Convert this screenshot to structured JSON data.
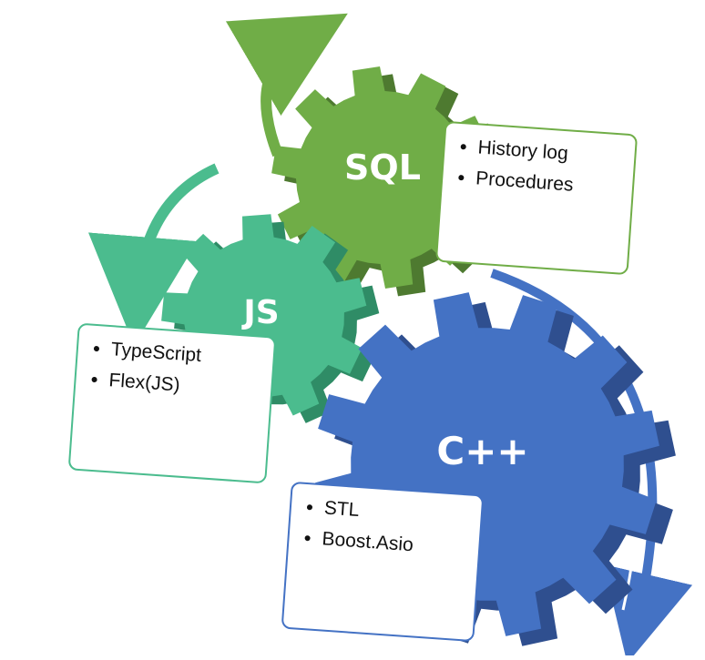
{
  "colors": {
    "sql": "#70AD47",
    "sql_side": "#4E7A30",
    "js": "#4BBC8E",
    "js_side": "#2F8C66",
    "cpp": "#4472C4",
    "cpp_side": "#2F4F8F"
  },
  "gears": [
    {
      "id": "sql",
      "label": "SQL",
      "items": [
        "History log",
        "Procedures"
      ]
    },
    {
      "id": "js",
      "label": "JS",
      "items": [
        "TypeScript",
        "Flex(JS)"
      ]
    },
    {
      "id": "cpp",
      "label": "C++",
      "items": [
        "STL",
        "Boost.Asio"
      ]
    }
  ]
}
